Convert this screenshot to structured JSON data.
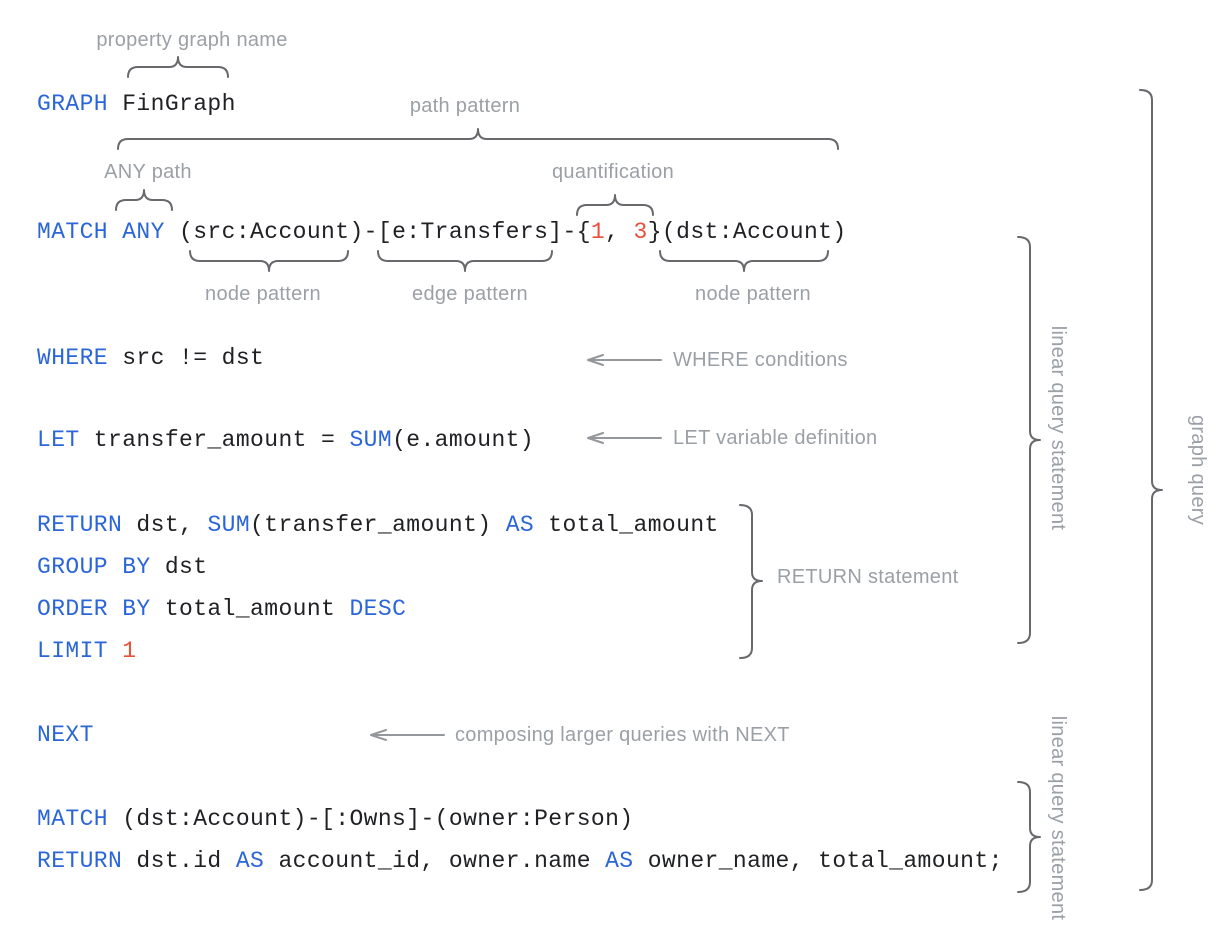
{
  "colors": {
    "keyword": "#2b66d9",
    "number": "#e8503a",
    "code": "#202124",
    "label": "#9ba0a6",
    "brace": "#67696c",
    "arrow": "#94979b",
    "background": "#ffffff"
  },
  "code": {
    "lines": [
      {
        "id": "graph-clause",
        "tokens": [
          {
            "t": "GRAPH",
            "c": "kw"
          },
          {
            "t": " FinGraph",
            "c": "pl"
          }
        ]
      },
      {
        "id": "match-1",
        "tokens": [
          {
            "t": "MATCH ANY",
            "c": "kw"
          },
          {
            "t": " (src:Account)-[e:Transfers]-{",
            "c": "pl"
          },
          {
            "t": "1",
            "c": "num"
          },
          {
            "t": ", ",
            "c": "pl"
          },
          {
            "t": "3",
            "c": "num"
          },
          {
            "t": "}(dst:Account)",
            "c": "pl"
          }
        ]
      },
      {
        "id": "where-clause",
        "tokens": [
          {
            "t": "WHERE",
            "c": "kw"
          },
          {
            "t": " src != dst",
            "c": "pl"
          }
        ]
      },
      {
        "id": "let-clause",
        "tokens": [
          {
            "t": "LET",
            "c": "kw"
          },
          {
            "t": " transfer_amount = ",
            "c": "pl"
          },
          {
            "t": "SUM",
            "c": "kw"
          },
          {
            "t": "(e.amount)",
            "c": "pl"
          }
        ]
      },
      {
        "id": "return-1",
        "tokens": [
          {
            "t": "RETURN",
            "c": "kw"
          },
          {
            "t": " dst, ",
            "c": "pl"
          },
          {
            "t": "SUM",
            "c": "kw"
          },
          {
            "t": "(transfer_amount) ",
            "c": "pl"
          },
          {
            "t": "AS",
            "c": "kw"
          },
          {
            "t": " total_amount",
            "c": "pl"
          }
        ]
      },
      {
        "id": "group-by",
        "tokens": [
          {
            "t": "GROUP BY",
            "c": "kw"
          },
          {
            "t": " dst",
            "c": "pl"
          }
        ]
      },
      {
        "id": "order-by",
        "tokens": [
          {
            "t": "ORDER BY",
            "c": "kw"
          },
          {
            "t": " total_amount ",
            "c": "pl"
          },
          {
            "t": "DESC",
            "c": "kw"
          }
        ]
      },
      {
        "id": "limit-clause",
        "tokens": [
          {
            "t": "LIMIT",
            "c": "kw"
          },
          {
            "t": " ",
            "c": "pl"
          },
          {
            "t": "1",
            "c": "num"
          }
        ]
      },
      {
        "id": "next-clause",
        "tokens": [
          {
            "t": "NEXT",
            "c": "kw"
          }
        ]
      },
      {
        "id": "match-2",
        "tokens": [
          {
            "t": "MATCH",
            "c": "kw"
          },
          {
            "t": " (dst:Account)-[:Owns]-(owner:Person)",
            "c": "pl"
          }
        ]
      },
      {
        "id": "return-2",
        "tokens": [
          {
            "t": "RETURN",
            "c": "kw"
          },
          {
            "t": " dst.id ",
            "c": "pl"
          },
          {
            "t": "AS",
            "c": "kw"
          },
          {
            "t": " account_id, owner.name ",
            "c": "pl"
          },
          {
            "t": "AS",
            "c": "kw"
          },
          {
            "t": " owner_name, total_amount;",
            "c": "pl"
          }
        ]
      }
    ]
  },
  "labels": {
    "property_graph_name": "property graph name",
    "path_pattern": "path pattern",
    "any_path": "ANY path",
    "quantification": "quantification",
    "node_pattern_src": "node pattern",
    "edge_pattern": "edge pattern",
    "node_pattern_dst": "node pattern",
    "where_conditions": "WHERE conditions",
    "let_variable_definition": "LET variable definition",
    "return_statement": "RETURN statement",
    "next_note": "composing larger queries with NEXT",
    "linear_query_statement_1": "linear query statement",
    "graph_query": "graph query",
    "linear_query_statement_2": "linear query statement"
  }
}
